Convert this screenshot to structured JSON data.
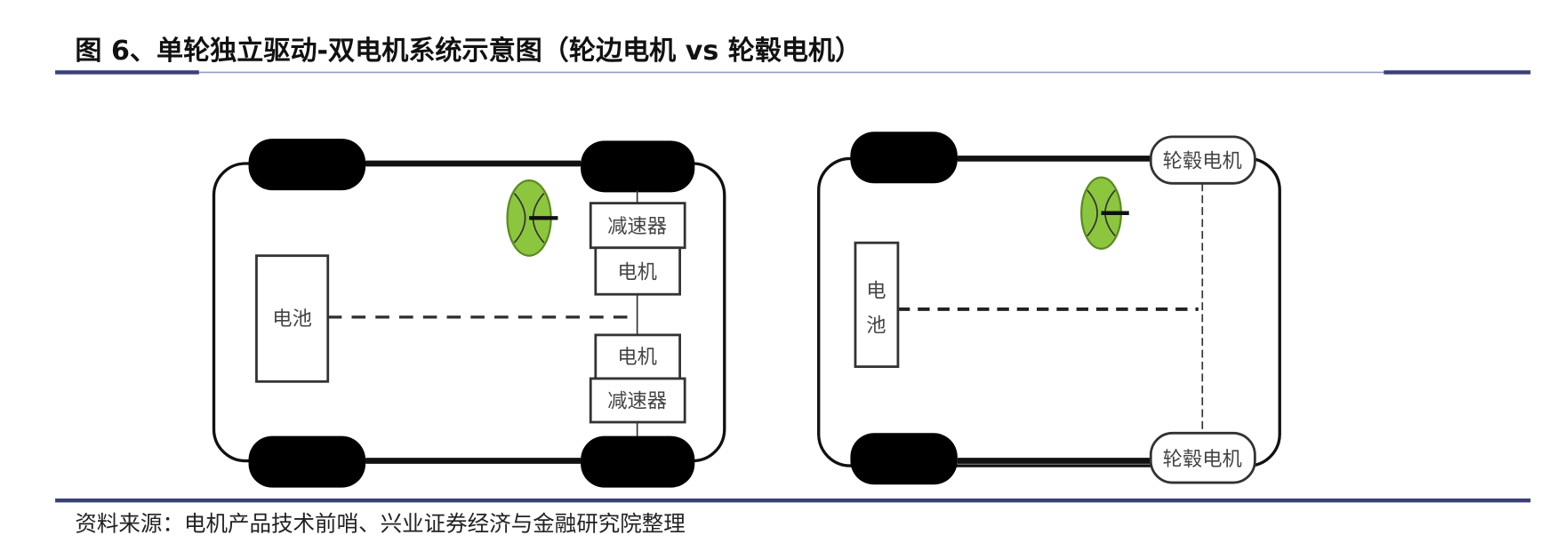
{
  "title": "图 6、单轮独立驱动-双电机系统示意图（轮边电机 vs 轮毂电机）",
  "source": "资料来源：电机产品技术前哨、兴业证券经济与金融研究院整理",
  "left_diagram": {
    "battery": "电池",
    "reducer_top": "减速器",
    "motor_top": "电机",
    "motor_bottom": "电机",
    "reducer_bottom": "减速器"
  },
  "right_diagram": {
    "battery_line1": "电",
    "battery_line2": "池",
    "hub_motor_top": "轮毂电机",
    "hub_motor_bottom": "轮毂电机"
  },
  "colors": {
    "rule": "#3b3f7a",
    "steering": "#8cc63f"
  }
}
